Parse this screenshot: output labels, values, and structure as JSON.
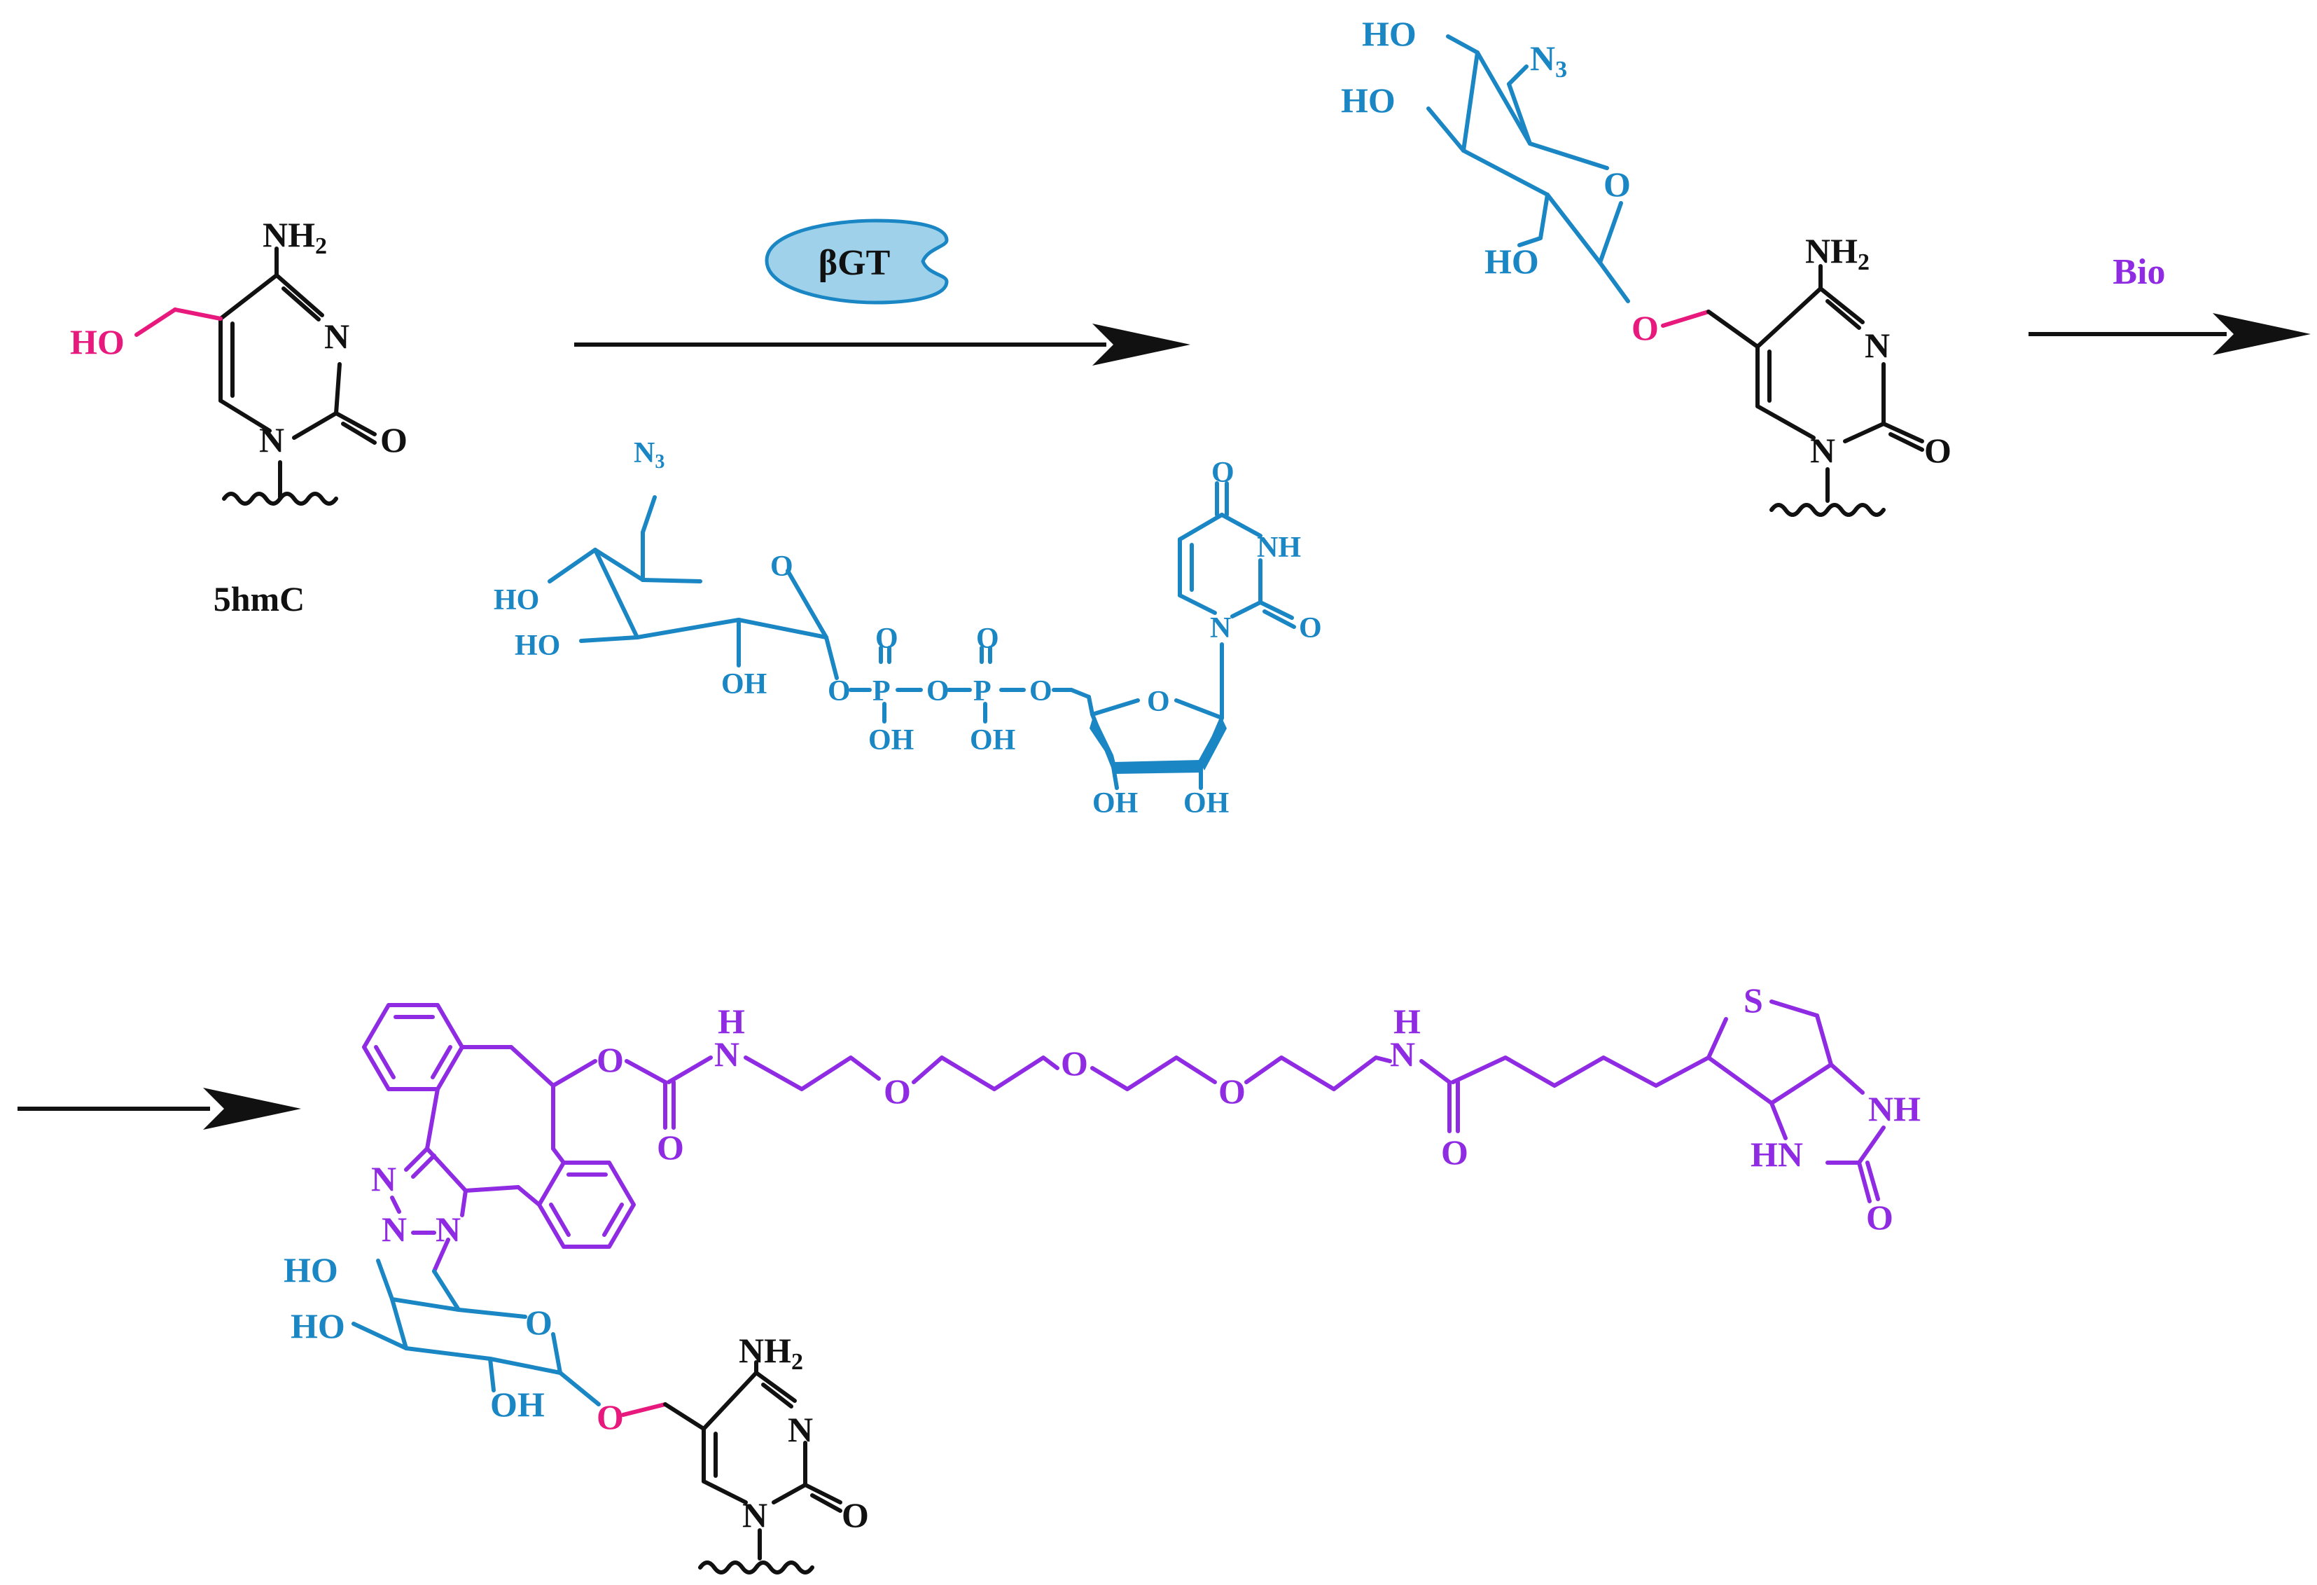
{
  "colors": {
    "black": "#111111",
    "blue": "#1a86c4",
    "pink": "#e8197d",
    "purple": "#8f2be2",
    "enzyme_fill": "#9fd2ea",
    "enzyme_stroke": "#1a86c4"
  },
  "start": {
    "label": "5hmC",
    "nh2": "NH",
    "nh2_sub": "2",
    "n3": "N",
    "n1": "N",
    "carbonyl_o": "O",
    "ho": "HO"
  },
  "step1": {
    "enzyme": "βGT",
    "donor": {
      "azide": "N",
      "azide_sub": "3",
      "ring_o": "O",
      "ho_a": "HO",
      "ho_b": "HO",
      "oh_c": "OH",
      "link_o1": "O",
      "p1": "P",
      "p1_top_o": "O",
      "p1_oh": "OH",
      "link_o2": "O",
      "p2": "P",
      "p2_top_o": "O",
      "p2_oh": "OH",
      "link_o3": "O",
      "ribose_o": "O",
      "ribose_oh1": "OH",
      "ribose_oh2": "OH",
      "uracil_o_top": "O",
      "uracil_nh": "NH",
      "uracil_o_right": "O",
      "uracil_n1": "N"
    }
  },
  "intermediate": {
    "ho_top": "HO",
    "azide": "N",
    "azide_sub": "3",
    "ho_mid": "HO",
    "ring_o": "O",
    "ho_low": "HO",
    "glyco_o": "O",
    "nh2": "NH",
    "nh2_sub": "2",
    "n3": "N",
    "n1": "N",
    "carbonyl_o": "O"
  },
  "step2": {
    "reagent": "Bio"
  },
  "product": {
    "carbamate_nh_h": "H",
    "carbamate_nh_n": "N",
    "ester_o": "O",
    "carbamate_o": "O",
    "peg_o1": "O",
    "peg_o2": "O",
    "peg_o3": "O",
    "amide_nh_h": "H",
    "amide_nh_n": "N",
    "amide_o": "O",
    "biotin_s": "S",
    "biotin_nh_right": "NH",
    "biotin_hn_left": "HN",
    "biotin_urea_o": "O",
    "triazole_n_top": "N",
    "triazole_n_mid": "N",
    "triazole_n_low": "N",
    "sugar_ho1": "HO",
    "sugar_ho2": "HO",
    "sugar_oh": "OH",
    "sugar_ring_o": "O",
    "glyco_o": "O",
    "nh2": "NH",
    "nh2_sub": "2",
    "n3": "N",
    "n1": "N",
    "carbonyl_o": "O"
  }
}
